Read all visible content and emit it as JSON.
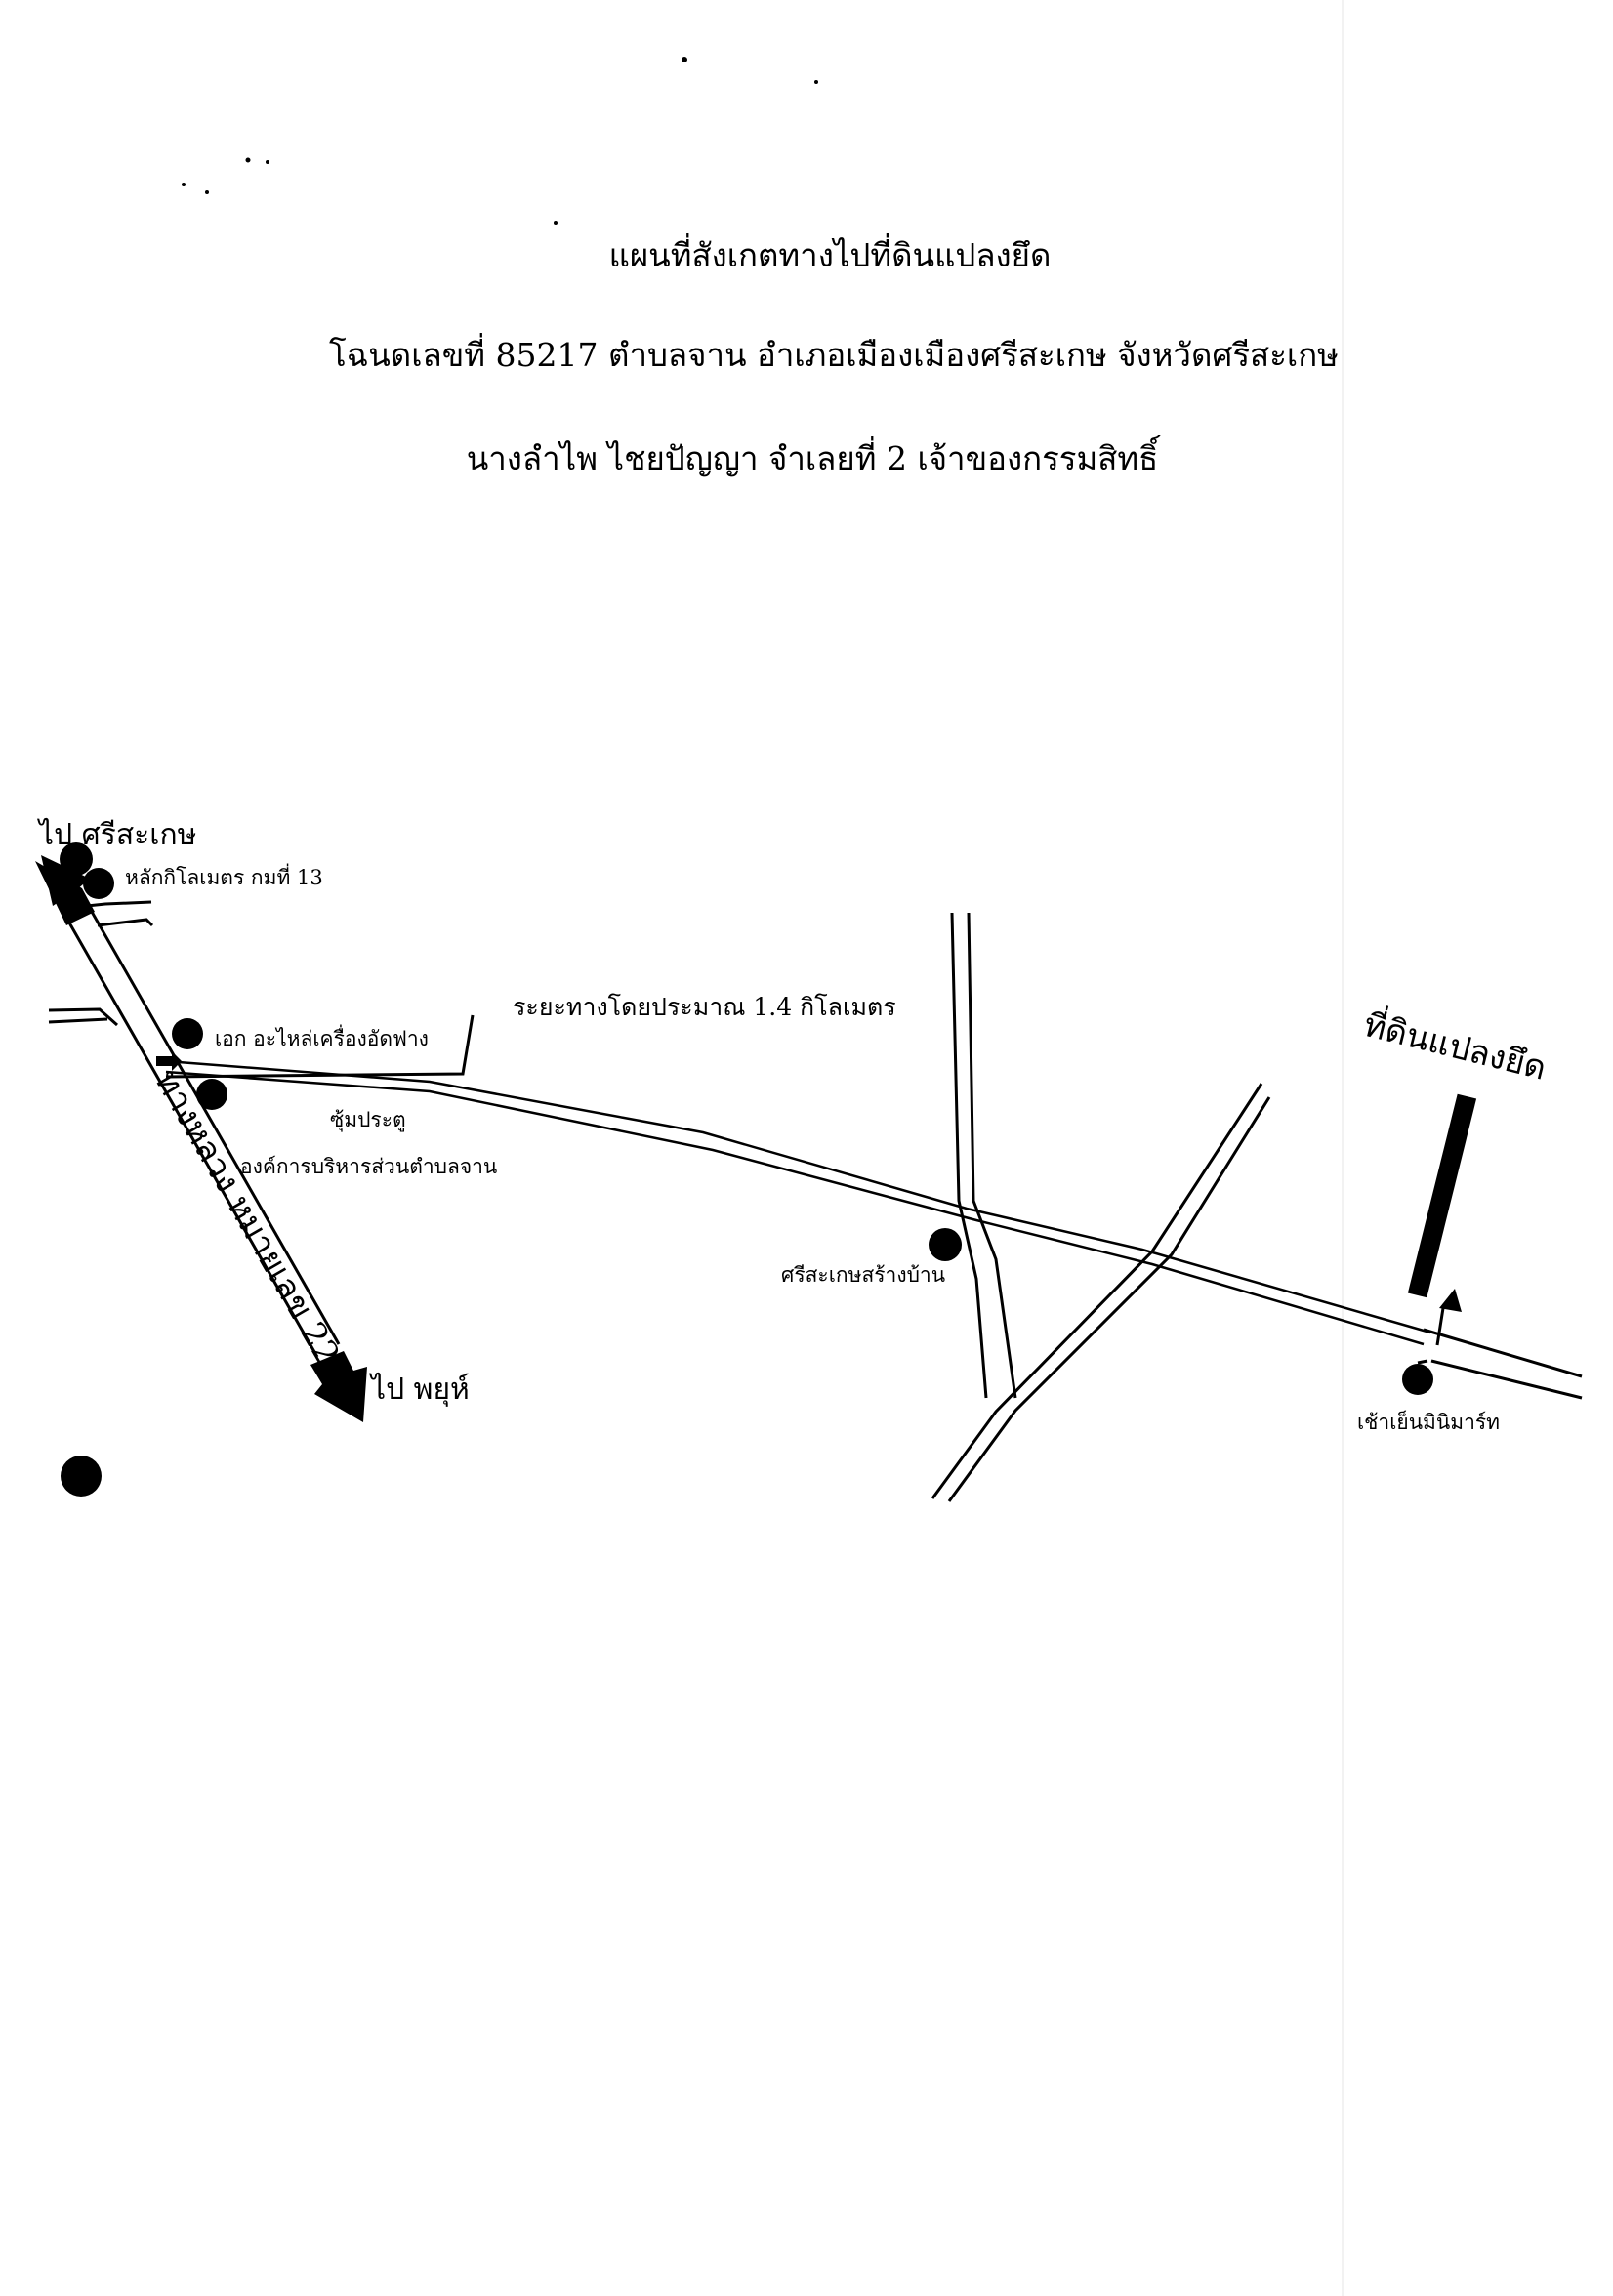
{
  "header": {
    "title": "แผนที่สังเกตทางไปที่ดินแปลงยึด",
    "deed_line": "โฉนดเลขที่ 85217 ตำบลจาน อำเภอเมืองเมืองศรีสะเกษ จังหวัดศรีสะเกษ",
    "owner_line": "นางลำไพ  ไชยปัญญา จำเลยที่ 2 เจ้าของกรรมสิทธิ์"
  },
  "map": {
    "direction_north": "ไป ศรีสะเกษ",
    "direction_south": "ไป พยุห์",
    "highway_label": "ทางหลวง หมายเลข 221",
    "distance_label": "ระยะทางโดยประมาณ 1.4 กิโลเมตร",
    "target_label": "ที่ดินแปลงยึด",
    "landmarks": {
      "km_post": "หลักกิโลเมตร กมที่ 13",
      "parts_shop": "เอก อะไหล่เครื่องอัดฟาง",
      "arch_gate": "ซุ้มประตู",
      "sao_office": "องค์การบริหารส่วนตำบลจาน",
      "home_builder": "ศรีสะเกษสร้างบ้าน",
      "minimart": "เช้าเย็นมินิมาร์ท"
    }
  },
  "colors": {
    "ink": "#000000",
    "paper": "#ffffff"
  }
}
